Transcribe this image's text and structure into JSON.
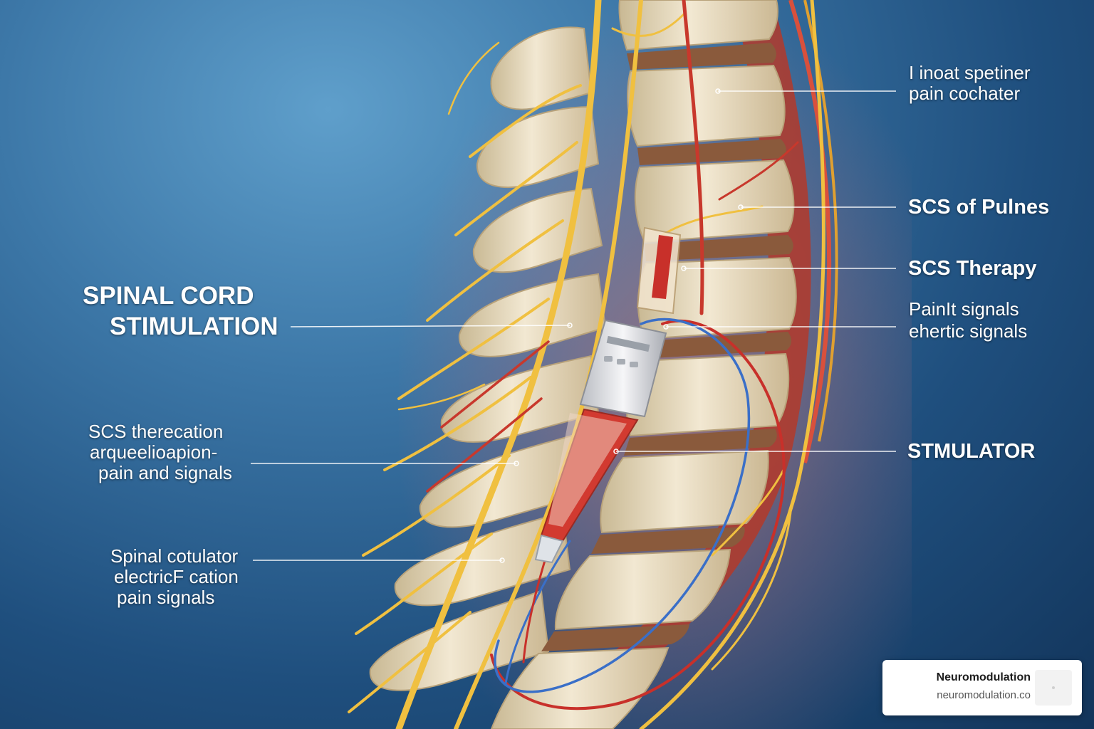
{
  "labels": {
    "left_title_line1": "SPINAL CORD",
    "left_title_line2": "STIMULATION",
    "left_mid": [
      "SCS therecation",
      "arqueelioapion-",
      "pain and signals"
    ],
    "left_low": [
      "Spinal cotulator",
      "electricF cation",
      "pain signals"
    ],
    "right_top": [
      "I inoat spetiner",
      "pain cochater"
    ],
    "right_pulses": "SCS of Pulnes",
    "right_therapy": "SCS Therapy",
    "right_signals": [
      "PainIt signals",
      "ehertic signals"
    ],
    "right_stimulator": "STMULATOR"
  },
  "card": {
    "name": "Neuromodulation",
    "url": "neuromodulation.co",
    "thumb_icon": "image-icon"
  },
  "colors": {
    "background": "#2a6497",
    "bone": "#e8dcc0",
    "disc": "#8a5a3c",
    "nerve": "#f0c040",
    "artery": "#c0302a",
    "lead_blue": "#3a6fc8",
    "device": "#e8e8ea"
  }
}
